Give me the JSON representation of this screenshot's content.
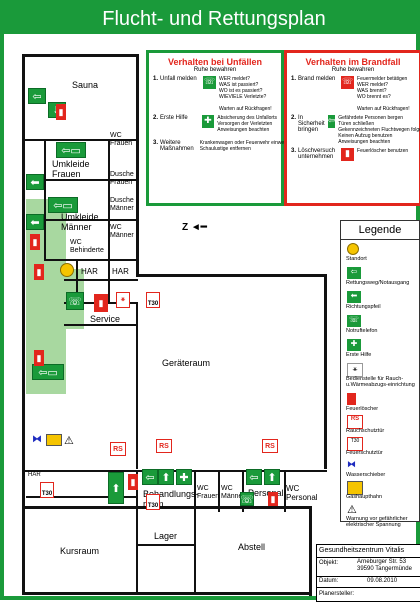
{
  "header": {
    "title": "Flucht- und Rettungsplan"
  },
  "rooms": {
    "sauna": "Sauna",
    "wc_frauen": "WC\nFrauen",
    "umkleide_frauen": "Umkleide\nFrauen",
    "dusche_frauen": "Dusche\nFrauen",
    "umkleide_maenner": "Umkleide\nMänner",
    "dusche_maenner": "Dusche\nMänner",
    "wc_maenner": "WC\nMänner",
    "wc_behinderte": "WC\nBehinderte",
    "har1": "HAR",
    "har2": "HAR",
    "har3": "HAR",
    "service": "Service",
    "geraeteraum": "Geräteraum",
    "behandlungsraum": "Behandlungs-\nraum",
    "wc_frauen2": "WC\nFrauen",
    "wc_maenner2": "WC\nMänner",
    "personal": "Personal",
    "wc_personal": "WC\nPersonal",
    "kursraum": "Kursraum",
    "lager": "Lager",
    "abstell": "Abstell"
  },
  "signs": {
    "rs": "RS",
    "t30": "T30"
  },
  "accident": {
    "title": "Verhalten bei Unfällen",
    "subtitle": "Ruhe bewahren",
    "rows": [
      {
        "num": "1.",
        "label": "Unfall melden",
        "detail": "WER meldet?\nWAS ist passiert?\nWO ist es passiert?\nWIEVIELE Verletzte?\n\nWarten auf Rückfragen!"
      },
      {
        "num": "2.",
        "label": "Erste Hilfe",
        "detail": "Absicherung des Unfallorts\nVersorgen der Verletzten\nAnweisungen beachten"
      },
      {
        "num": "3.",
        "label": "Weitere Maßnahmen",
        "detail": "Krankenwagen oder Feuerwehr einweisen\nSchaulustige entfernen"
      }
    ]
  },
  "fire": {
    "title": "Verhalten im Brandfall",
    "subtitle": "Ruhe bewahren",
    "rows": [
      {
        "num": "1.",
        "label": "Brand melden",
        "detail": "Feuermelder betätigen\nWER meldet?\nWAS brennt?\nWO brennt es?\n\nWarten auf Rückfragen!"
      },
      {
        "num": "2.",
        "label": "In Sicherheit bringen",
        "detail": "Gefährdete Personen bergen\nTüren schließen\nGekennzeichneten Fluchtwegen folgen\nKeinen Aufzug benutzen\nAnweisungen beachten"
      },
      {
        "num": "3.",
        "label": "Löschversuch unternehmen",
        "detail": "Feuerlöscher benutzen"
      }
    ]
  },
  "legend": {
    "title": "Legende",
    "items": [
      {
        "label": "Standort"
      },
      {
        "label": "Rettungsweg/Notausgang"
      },
      {
        "label": "Richtungspfeil"
      },
      {
        "label": "Notruftelefon"
      },
      {
        "label": "Erste Hilfe"
      },
      {
        "label": "Bedienstelle für Rauch-u.Wärmeabzugs-einrichtung"
      },
      {
        "label": "Feuerlöscher"
      },
      {
        "label": "Rauchschutztür"
      },
      {
        "label": "Feuerschutztür"
      },
      {
        "label": "Wasserschieber"
      },
      {
        "label": "Gashaupthahn"
      },
      {
        "label": "Warnung vor gefährlicher elektrischer Spannung"
      }
    ]
  },
  "titleblock": {
    "name": "Gesundheitszentrum Vitalis",
    "objekt_label": "Objekt:",
    "objekt_value": "Arneburger Str. 53\n39590 Tangermünde",
    "datum_label": "Datum:",
    "datum_value": "09.08.2010",
    "planersteller_label": "Planersteller:"
  },
  "colors": {
    "green": "#1a9a3a",
    "red": "#e2261d",
    "yellow": "#f5c400"
  }
}
